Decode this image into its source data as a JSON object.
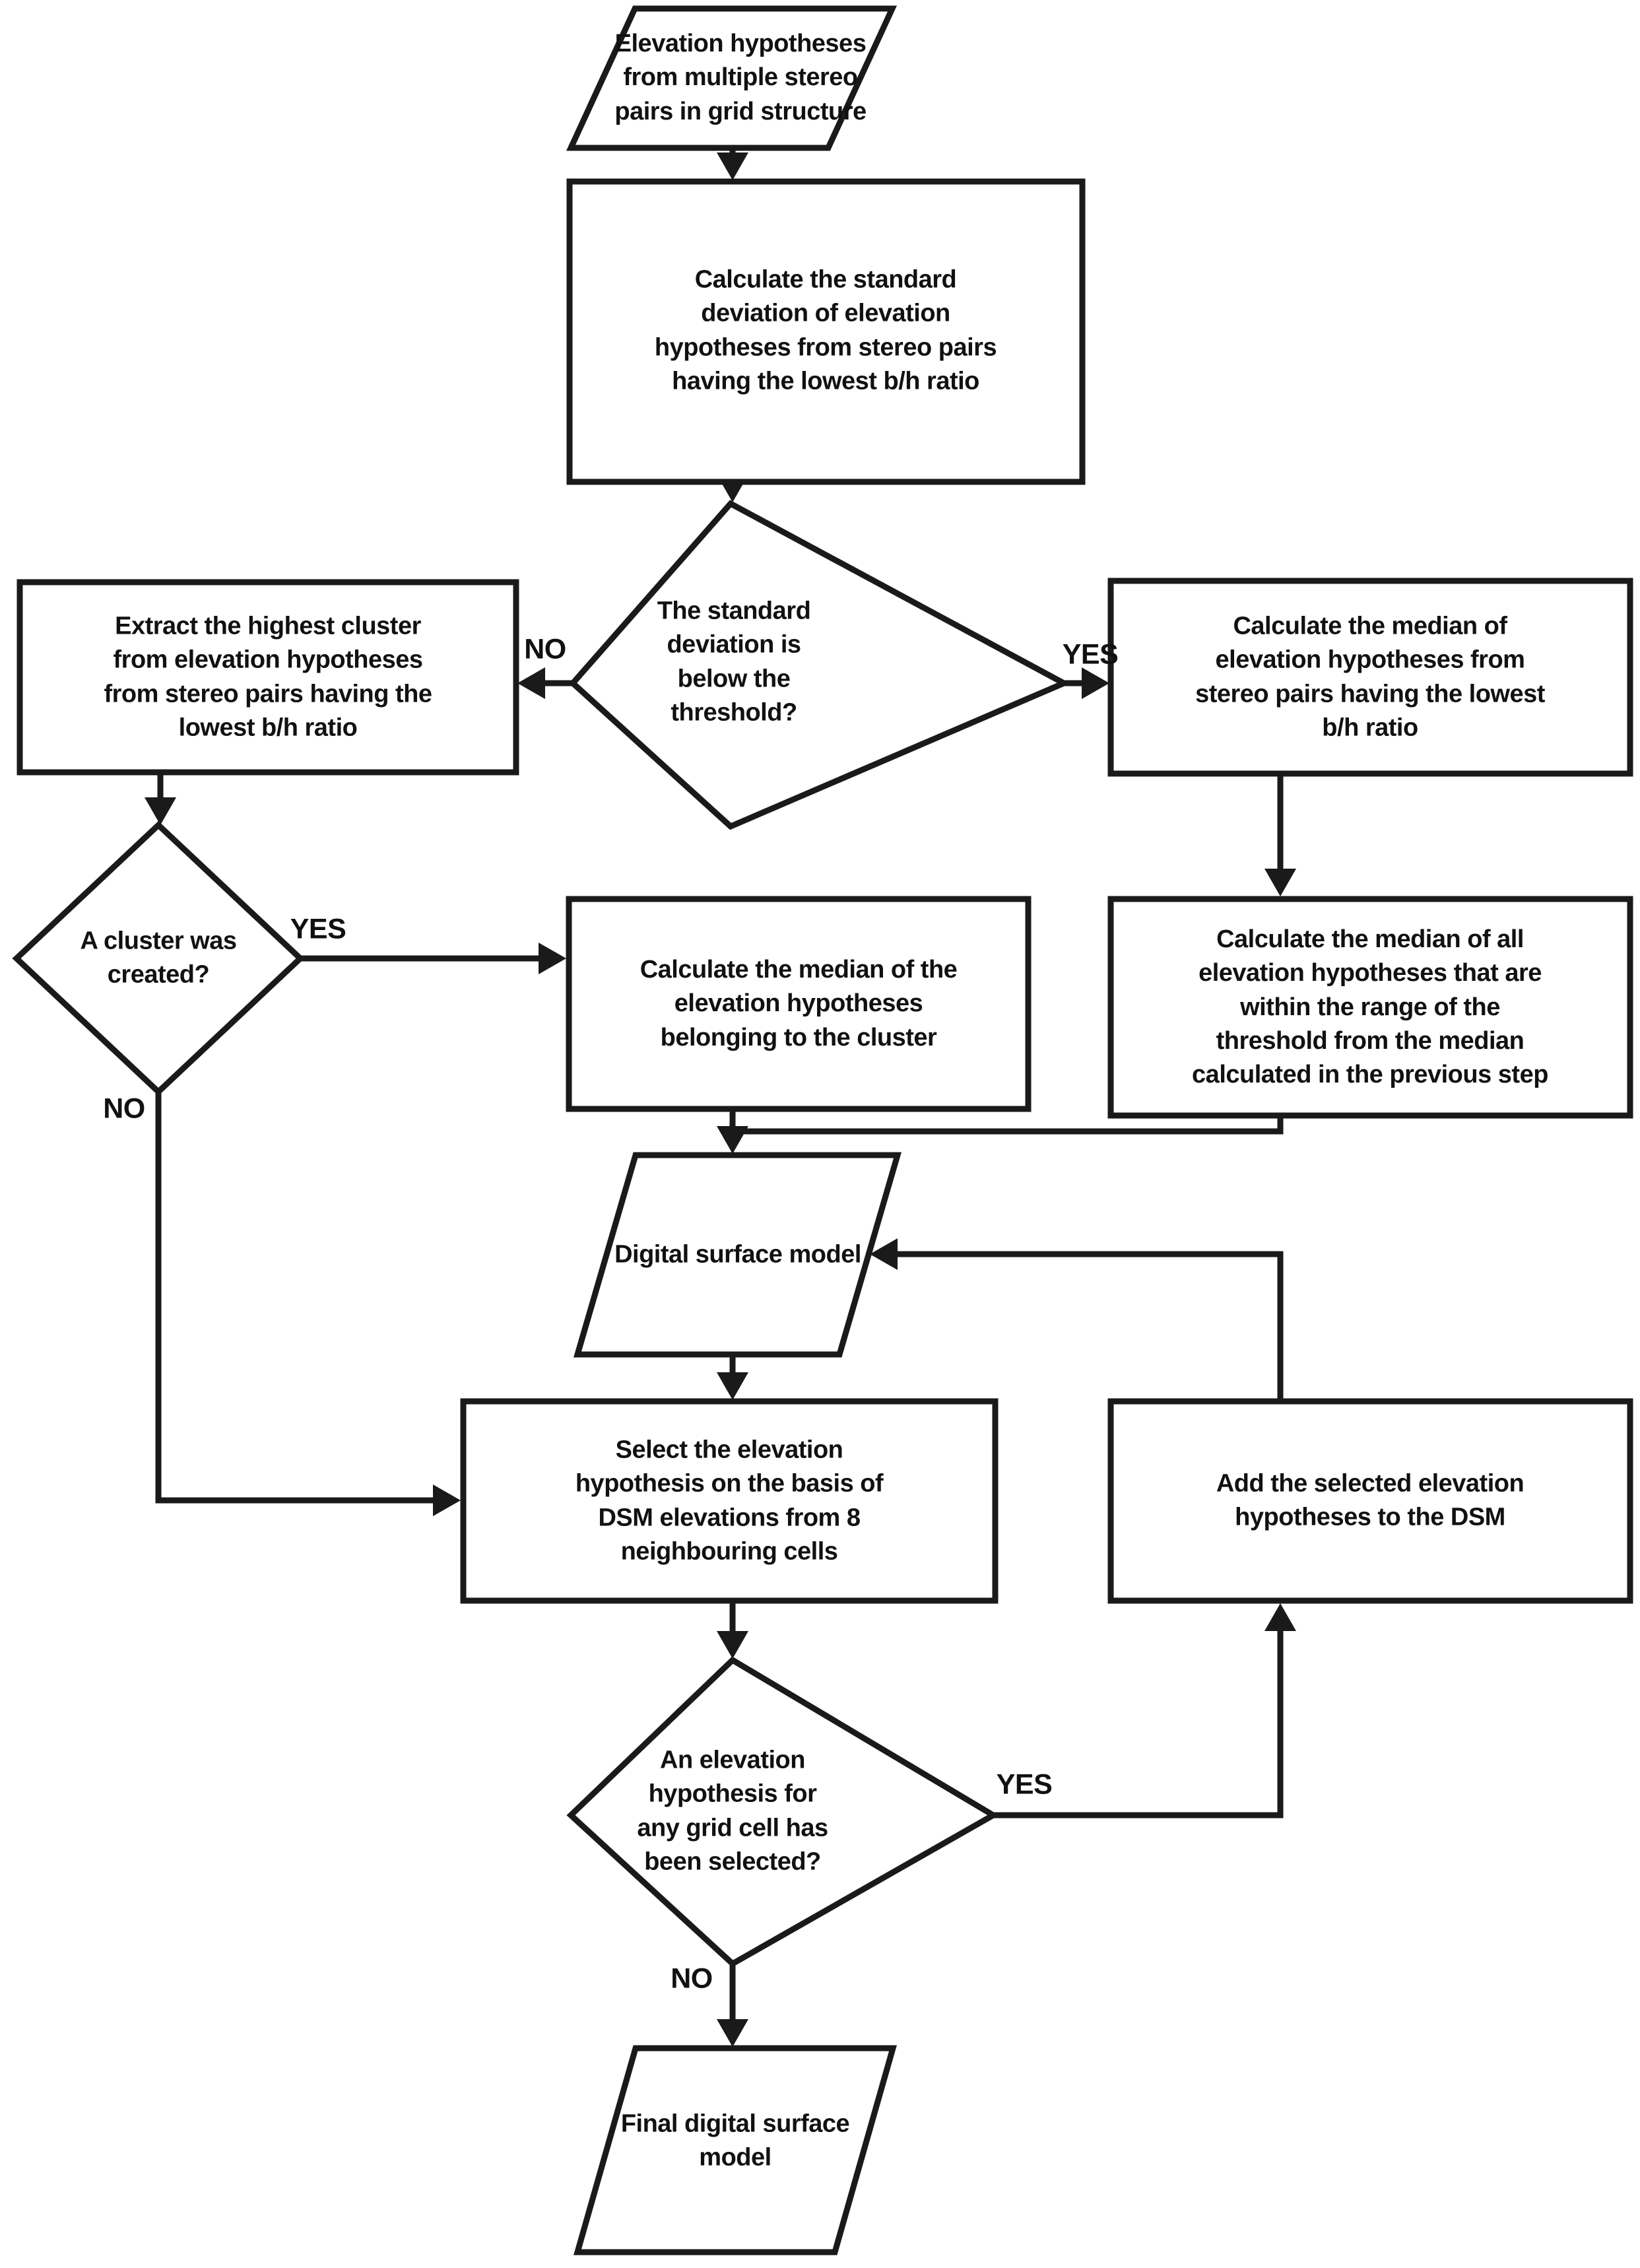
{
  "diagram": {
    "type": "flowchart",
    "background_color": "#ffffff",
    "line_color": "#1a1a1a",
    "text_color": "#111111",
    "nodes": {
      "start": {
        "shape": "parallelogram",
        "role": "input",
        "text": "Elevation hypotheses\nfrom multiple stereo\npairs in grid structure"
      },
      "calc_std": {
        "shape": "rectangle",
        "role": "process",
        "text": "Calculate the standard\ndeviation of elevation\nhypotheses from stereo pairs\nhaving the lowest b/h ratio"
      },
      "std_below": {
        "shape": "diamond",
        "role": "decision",
        "text": "The standard\ndeviation is\nbelow the\nthreshold?"
      },
      "extract_cluster": {
        "shape": "rectangle",
        "role": "process",
        "text": "Extract the highest cluster\nfrom elevation hypotheses\nfrom stereo pairs having the\nlowest b/h ratio"
      },
      "calc_median_lowest": {
        "shape": "rectangle",
        "role": "process",
        "text": "Calculate the median of\nelevation hypotheses from\nstereo pairs having the lowest\nb/h ratio"
      },
      "cluster_created": {
        "shape": "diamond",
        "role": "decision",
        "text": "A cluster was\ncreated?"
      },
      "calc_median_cluster": {
        "shape": "rectangle",
        "role": "process",
        "text": "Calculate the median of the\nelevation hypotheses\nbelonging to the cluster"
      },
      "calc_median_all": {
        "shape": "rectangle",
        "role": "process",
        "text": "Calculate the median of all\nelevation hypotheses that are\nwithin the range of the\nthreshold from the median\ncalculated in the previous step"
      },
      "dsm": {
        "shape": "parallelogram",
        "role": "data",
        "text": "Digital surface model"
      },
      "select_hypothesis": {
        "shape": "rectangle",
        "role": "process",
        "text": "Select the elevation\nhypothesis on the basis of\nDSM elevations from 8\nneighbouring cells"
      },
      "add_to_dsm": {
        "shape": "rectangle",
        "role": "process",
        "text": "Add the selected elevation\nhypotheses to the DSM"
      },
      "hypothesis_selected": {
        "shape": "diamond",
        "role": "decision",
        "text": "An elevation\nhypothesis for\nany grid cell has\nbeen selected?"
      },
      "final_dsm": {
        "shape": "parallelogram",
        "role": "output",
        "text": "Final digital surface\nmodel"
      }
    },
    "branch_labels": {
      "std_below_no": "NO",
      "std_below_yes": "YES",
      "cluster_created_yes": "YES",
      "cluster_created_no": "NO",
      "hypothesis_selected_yes": "YES",
      "hypothesis_selected_no": "NO"
    },
    "edges": [
      {
        "from": "start",
        "to": "calc_std",
        "label": ""
      },
      {
        "from": "calc_std",
        "to": "std_below",
        "label": ""
      },
      {
        "from": "std_below",
        "to": "extract_cluster",
        "label": "NO"
      },
      {
        "from": "std_below",
        "to": "calc_median_lowest",
        "label": "YES"
      },
      {
        "from": "extract_cluster",
        "to": "cluster_created",
        "label": ""
      },
      {
        "from": "cluster_created",
        "to": "calc_median_cluster",
        "label": "YES"
      },
      {
        "from": "cluster_created",
        "to": "select_hypothesis",
        "label": "NO"
      },
      {
        "from": "calc_median_lowest",
        "to": "calc_median_all",
        "label": ""
      },
      {
        "from": "calc_median_cluster",
        "to": "dsm",
        "label": ""
      },
      {
        "from": "calc_median_all",
        "to": "dsm",
        "label": ""
      },
      {
        "from": "dsm",
        "to": "select_hypothesis",
        "label": ""
      },
      {
        "from": "select_hypothesis",
        "to": "hypothesis_selected",
        "label": ""
      },
      {
        "from": "hypothesis_selected",
        "to": "add_to_dsm",
        "label": "YES"
      },
      {
        "from": "add_to_dsm",
        "to": "dsm",
        "label": ""
      },
      {
        "from": "hypothesis_selected",
        "to": "final_dsm",
        "label": "NO"
      }
    ]
  }
}
